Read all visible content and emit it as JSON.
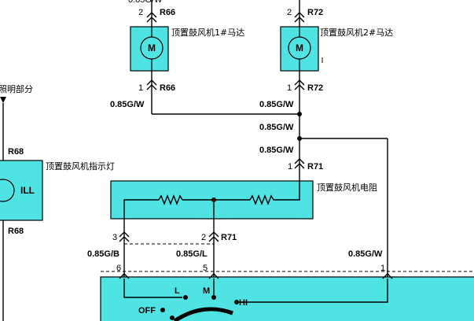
{
  "motor1": {
    "label": "顶置鼓风机1#马达",
    "symbol": "M",
    "top_pin": "2",
    "top_conn": "R66",
    "bottom_pin": "1",
    "bottom_conn": "R66",
    "bottom_wire": "0.85G/W"
  },
  "motor2": {
    "label": "顶置鼓风机2#马达",
    "symbol": "M",
    "top_pin": "2",
    "top_conn": "R72",
    "bottom_pin": "1",
    "bottom_conn": "R72",
    "bottom_wire": "0.85G/W"
  },
  "junction_wires": {
    "wire_a": "0.85G/W",
    "wire_b": "0.85G/W"
  },
  "resistor": {
    "label": "顶置鼓风机电阻",
    "top_pin": "1",
    "top_conn": "R71",
    "pin_left": "3",
    "pin_mid": "2",
    "pin_mid_conn": "R71"
  },
  "indicator": {
    "label": "顶置鼓风机指示灯",
    "symbol": "ILL",
    "top_conn": "R68",
    "bottom_conn": "R68",
    "section_label": "照明部分"
  },
  "lower_wires": {
    "left": "0.85G/B",
    "mid": "0.85G/L",
    "right": "0.85G/W"
  },
  "switch": {
    "pin_left": "6",
    "pin_mid": "5",
    "pin_right": "1",
    "pos_l": "L",
    "pos_m": "M",
    "pos_hi": "HI",
    "pos_off": "OFF"
  },
  "colors": {
    "component_fill": "#4fe3e3",
    "line": "#000000"
  }
}
